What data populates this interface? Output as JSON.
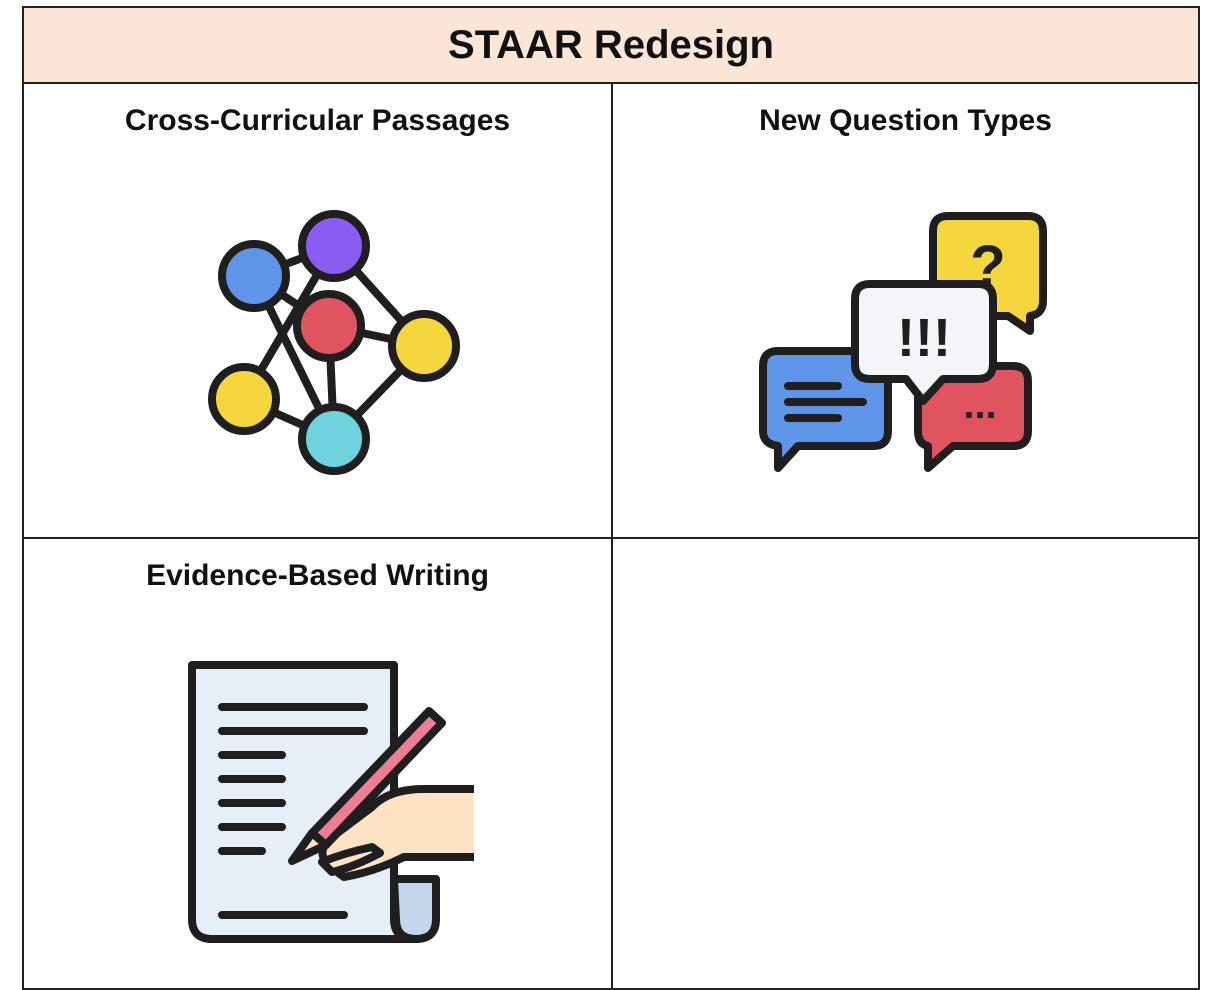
{
  "document": {
    "title": "STAAR Redesign",
    "cells": [
      {
        "label": "Cross-Curricular Passages",
        "icon": "network-nodes-icon"
      },
      {
        "label": "New Question Types",
        "icon": "speech-bubbles-icon"
      },
      {
        "label": "Evidence-Based Writing",
        "icon": "hand-writing-document-icon"
      },
      {
        "label": "",
        "icon": ""
      }
    ]
  },
  "icon_text": {
    "question_mark": "?",
    "exclamations": "!!!",
    "ellipsis": "..."
  },
  "colors": {
    "header_background": "#fbe5d6",
    "border": "#222222",
    "node_blue": "#5f95e8",
    "node_purple": "#8a5cf2",
    "node_red": "#e0545f",
    "node_yellow": "#f5d73d",
    "node_cyan": "#6fd3de",
    "bubble_yellow": "#f5d73d",
    "bubble_white": "#f3f5f8",
    "bubble_blue": "#5f95e8",
    "bubble_red": "#e0545f",
    "paper": "#e6eef8",
    "pencil": "#ec7d95",
    "skin": "#fde3c4"
  }
}
